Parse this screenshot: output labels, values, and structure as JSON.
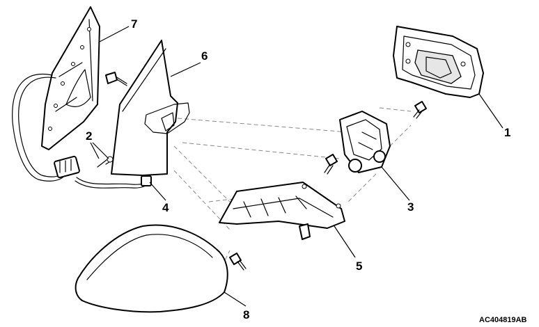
{
  "callouts": {
    "c1": "1",
    "c2": "2",
    "c3": "3",
    "c4": "4",
    "c5": "5",
    "c6": "6",
    "c7": "7",
    "c8": "8"
  },
  "figure_code": "AC404819AB"
}
